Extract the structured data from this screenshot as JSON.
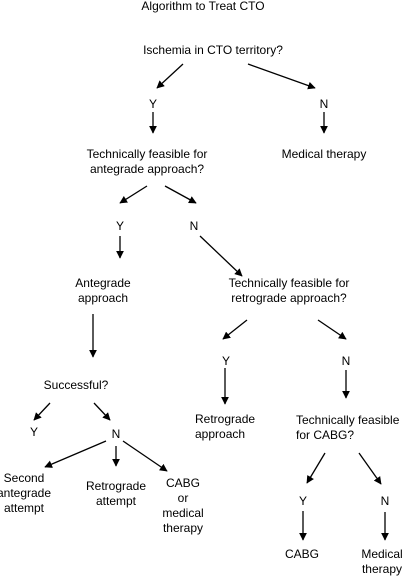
{
  "title": "Algorithm to Treat CTO",
  "nodes": {
    "ischemia": "Ischemia in CTO territory?",
    "y1": "Y",
    "n1": "N",
    "medical_therapy": "Medical therapy",
    "antegrade_q_line1": "Technically feasible for",
    "antegrade_q_line2": "antegrade approach?",
    "y2": "Y",
    "n2": "N",
    "antegrade_line1": "Antegrade",
    "antegrade_line2": "approach",
    "retrograde_q_line1": "Technically feasible for",
    "retrograde_q_line2": "retrograde approach?",
    "successful": "Successful?",
    "y3": "Y",
    "n3": "N",
    "second_line1": "Second",
    "second_line2": "antegrade",
    "second_line3": "attempt",
    "retro_attempt_line1": "Retrograde",
    "retro_attempt_line2": "attempt",
    "cabg_or_line1": "CABG",
    "cabg_or_line2": "or",
    "cabg_or_line3": "medical",
    "cabg_or_line4": "therapy",
    "y4": "Y",
    "n4": "N",
    "retro_approach_line1": "Retrograde",
    "retro_approach_line2": "approach",
    "cabg_q_line1": "Technically feasible",
    "cabg_q_line2": "for CABG?",
    "y5": "Y",
    "n5": "N",
    "cabg": "CABG",
    "medical_final_line1": "Medical",
    "medical_final_line2": "therapy"
  },
  "colors": {
    "text": "#000000",
    "arrow": "#000000",
    "background": "#ffffff"
  }
}
